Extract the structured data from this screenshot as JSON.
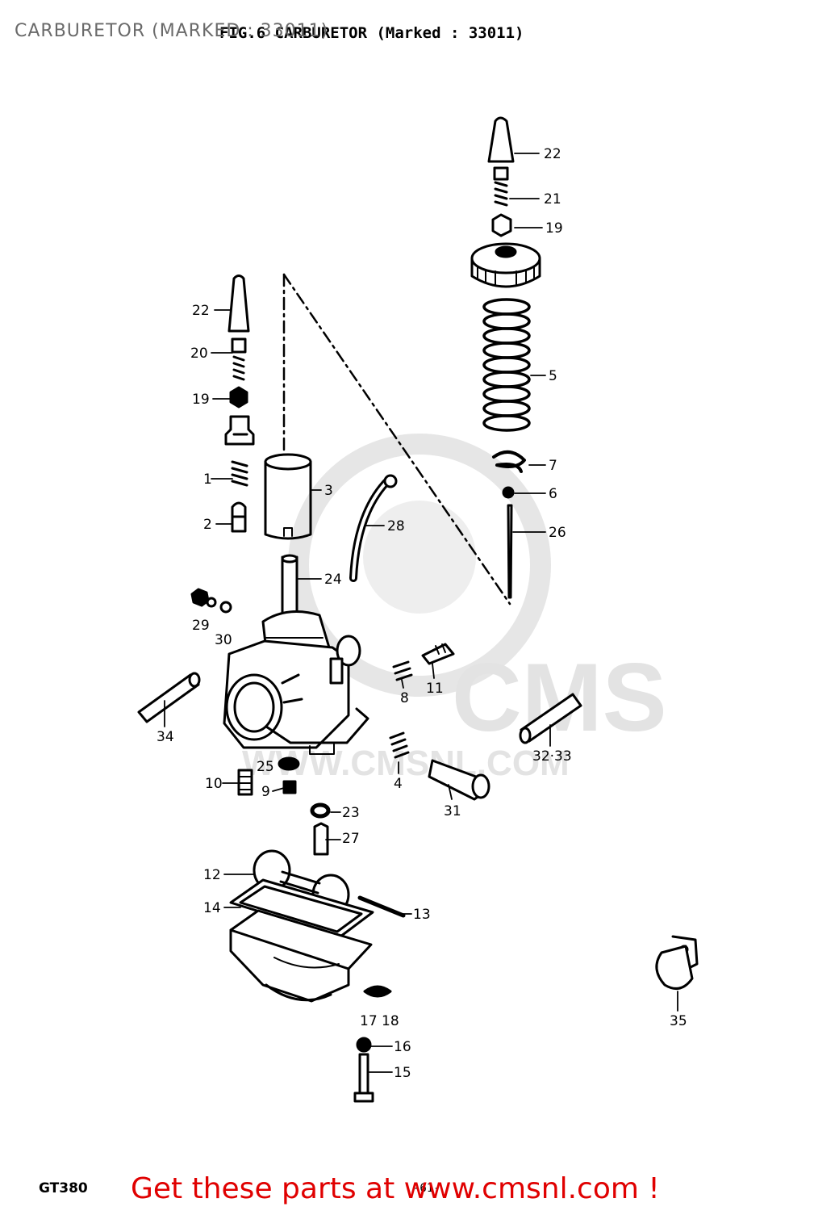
{
  "header": {
    "overlay_title": "CARBURETOR (MARKED : 33011)",
    "figure_title": "FIG.6 CARBURETOR (Marked : 33011)"
  },
  "watermark": {
    "brand": "CMS",
    "site": "WWW.CMSNL.COM"
  },
  "footer": {
    "model": "GT380",
    "page": "-61-",
    "promo": "Get these parts at www.cmsnl.com !"
  },
  "callouts": {
    "c1": "1",
    "c2": "2",
    "c3": "3",
    "c4": "4",
    "c5": "5",
    "c6": "6",
    "c7": "7",
    "c8": "8",
    "c9": "9",
    "c10": "10",
    "c11": "11",
    "c12": "12",
    "c13": "13",
    "c14": "14",
    "c15": "15",
    "c16": "16",
    "c17_18": "17 18",
    "c19a": "19",
    "c19b": "19",
    "c20": "20",
    "c21": "21",
    "c22a": "22",
    "c22b": "22",
    "c23": "23",
    "c24": "24",
    "c25": "25",
    "c26": "26",
    "c27": "27",
    "c28": "28",
    "c29": "29",
    "c30": "30",
    "c31": "31",
    "c32_33": "32·33",
    "c34": "34",
    "c35": "35"
  },
  "colors": {
    "ink": "#000000",
    "promo": "#e00000",
    "watermark": "#e3e3e3"
  }
}
